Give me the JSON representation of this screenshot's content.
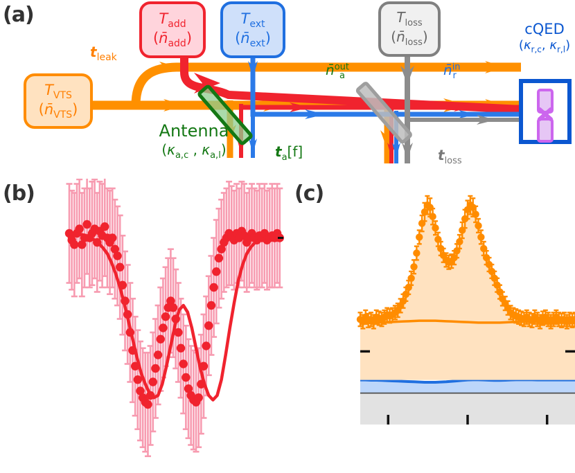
{
  "figure": {
    "panels": [
      {
        "id": "a",
        "label": "(a)",
        "type": "schematic"
      },
      {
        "id": "b",
        "label": "(b)",
        "type": "scatter-errorbar"
      },
      {
        "id": "c",
        "label": "(c)",
        "type": "area-scatter"
      }
    ]
  },
  "panel_a": {
    "label": "(a)",
    "boxes": [
      {
        "name": "vts",
        "line1_sym": "T",
        "line1_sub": "VTS",
        "line2": "(n̄VTS)",
        "line2_main": "n̄",
        "line2_sub": "VTS",
        "fill": "#ffe2c0",
        "stroke": "#ff8c00",
        "text": "#ff7f00"
      },
      {
        "name": "add",
        "line1_sym": "T",
        "line1_sub": "add",
        "line2_main": "n̄",
        "line2_sub": "add",
        "fill": "#ffd4dc",
        "stroke": "#f0232e",
        "text": "#f0232e"
      },
      {
        "name": "ext",
        "line1_sym": "T",
        "line1_sub": "ext",
        "line2_main": "n̄",
        "line2_sub": "ext",
        "fill": "#cfe0fa",
        "stroke": "#1f6fe0",
        "text": "#1f6fe0"
      },
      {
        "name": "loss",
        "line1_sym": "T",
        "line1_sub": "loss",
        "line2_main": "n̄",
        "line2_sub": "loss",
        "fill": "#f0f0f0",
        "stroke": "#808080",
        "text": "#666666"
      }
    ],
    "labels": {
      "t_leak_sym": "t",
      "t_leak_sub": "leak",
      "antenna_title": "Antenna",
      "antenna_params": "(κa,c , κa,l)",
      "antenna_k1": "κ",
      "antenna_k1_sub": "a,c",
      "antenna_k2": "κ",
      "antenna_k2_sub": "a,l",
      "t_a_sym": "t",
      "t_a_sub": "a",
      "t_a_arg": "[f]",
      "n_a_out_main": "n̄",
      "n_a_out_sub": "a",
      "n_a_out_sup": "out",
      "n_r_in_main": "n̄",
      "n_r_in_sub": "r",
      "n_r_in_sup": "in",
      "t_loss_sym": "t",
      "t_loss_sub": "loss",
      "cqed_title": "cQED",
      "cqed_k1": "κ",
      "cqed_k1_sub": "r,c",
      "cqed_k2": "κ",
      "cqed_k2_sub": "r,l"
    },
    "colors": {
      "orange": "#ff9000",
      "red": "#f0232e",
      "blue": "#2b7ae8",
      "gray": "#8c8c8c",
      "green": "#147814",
      "green_fill": "#8fce8f",
      "cqed_blue": "#0b57d0",
      "qubit_purple": "#cc66ee",
      "qubit_fill": "#e6c6f5"
    }
  },
  "chart_data": [
    {
      "panel": "b",
      "type": "scatter",
      "title": "",
      "xlabel": "",
      "ylabel": "",
      "marker_color": "#f0232e",
      "errorbar_color": "#f79bb0",
      "fit_color": "#f0232e",
      "grid": false,
      "legend": "none",
      "xlim": [
        0,
        100
      ],
      "ylim": [
        0,
        100
      ],
      "x": [
        0,
        1.2,
        2.4,
        3.6,
        4.8,
        6.0,
        7.2,
        8.4,
        9.6,
        10.8,
        12.0,
        13.2,
        14.4,
        15.6,
        16.8,
        18.0,
        19.2,
        20.4,
        21.6,
        22.8,
        24.0,
        25.2,
        26.4,
        27.6,
        28.8,
        30.0,
        31.2,
        32.4,
        33.6,
        34.8,
        36.0,
        37.2,
        38.4,
        39.6,
        40.8,
        42.0,
        43.2,
        44.4,
        45.6,
        46.8,
        48.0,
        49.2,
        50.4,
        51.6,
        52.8,
        54.0,
        55.2,
        56.4,
        57.6,
        58.8,
        60.0,
        61.2,
        62.4,
        63.6,
        64.8,
        66.0,
        67.2,
        68.4,
        69.6,
        70.8,
        72.0,
        73.2,
        74.4,
        75.6,
        76.8,
        78.0,
        79.2,
        80.4,
        81.6,
        82.8,
        84.0,
        85.2,
        86.4,
        87.6,
        88.8,
        90.0,
        91.2,
        92.4,
        93.6,
        94.8,
        96.0,
        97.2,
        98.4,
        99.6
      ],
      "y": [
        88,
        85,
        83,
        88,
        90,
        83,
        86,
        92,
        86,
        88,
        90,
        84,
        89,
        87,
        91,
        86,
        84,
        86,
        81,
        78,
        73,
        65,
        58,
        52,
        44,
        36,
        29,
        23,
        18,
        15,
        13,
        12,
        16,
        22,
        28,
        34,
        41,
        46,
        51,
        55,
        58,
        55,
        50,
        44,
        37,
        30,
        24,
        19,
        16,
        14,
        13,
        15,
        21,
        29,
        38,
        47,
        56,
        64,
        71,
        77,
        81,
        84,
        86,
        88,
        87,
        85,
        88,
        86,
        89,
        87,
        84,
        86,
        88,
        86,
        85,
        87,
        86,
        88,
        85,
        86,
        87,
        86,
        88,
        86
      ],
      "yerr": [
        22,
        22,
        23,
        22,
        22,
        23,
        22,
        22,
        22,
        23,
        22,
        22,
        22,
        23,
        22,
        22,
        23,
        22,
        22,
        22,
        23,
        22,
        22,
        22,
        22,
        23,
        22,
        22,
        22,
        22,
        22,
        23,
        22,
        22,
        22,
        22,
        23,
        22,
        22,
        22,
        23,
        22,
        22,
        22,
        22,
        22,
        23,
        22,
        22,
        22,
        22,
        22,
        22,
        23,
        22,
        22,
        22,
        22,
        23,
        22,
        22,
        22,
        22,
        23,
        22,
        22,
        22,
        22,
        22,
        23,
        22,
        22,
        22,
        22,
        22,
        23,
        22,
        22,
        22,
        22,
        23,
        22,
        22,
        22
      ],
      "fit": {
        "name": "fit",
        "x": [
          0,
          2,
          4,
          6,
          8,
          10,
          12,
          14,
          16,
          18,
          20,
          22,
          24,
          26,
          28,
          30,
          32,
          34,
          36,
          38,
          40,
          42,
          44,
          46,
          48,
          50,
          52,
          54,
          56,
          58,
          60,
          62,
          64,
          66,
          68,
          70,
          72,
          74,
          76,
          78,
          80,
          82,
          84,
          86,
          88,
          90,
          92,
          94,
          96,
          98,
          100
        ],
        "y": [
          86,
          87,
          87.5,
          87.5,
          87,
          86,
          85,
          83.5,
          81.5,
          79,
          75,
          70,
          64,
          57,
          49,
          41,
          33,
          26,
          21,
          17,
          15,
          16,
          21,
          29,
          38,
          47,
          54,
          56,
          53,
          46,
          37,
          28,
          21,
          16,
          14,
          16,
          23,
          34,
          46,
          57,
          67,
          74,
          79,
          82,
          84,
          85,
          85,
          85,
          85,
          85,
          85
        ]
      }
    },
    {
      "panel": "c",
      "type": "area",
      "title": "",
      "xlabel": "",
      "ylabel": "",
      "marker_color": "#ff8c00",
      "errorbar_color": "#ff8c00",
      "grid": false,
      "legend": "none",
      "xlim": [
        0,
        100
      ],
      "ylim": [
        0,
        100
      ],
      "x_ticks": [
        13,
        50,
        87
      ],
      "y_ticks": [
        32
      ],
      "bands": [
        {
          "name": "loss-band",
          "fill": "#e2e2e2",
          "line": "#4d4d4d",
          "top": 14
        },
        {
          "name": "ext-band",
          "fill": "#bcd6fa",
          "line": "#1f6fe0",
          "top_avg": 19,
          "top": [
            19.5,
            19.5,
            19.4,
            19.4,
            19.3,
            19.2,
            19.1,
            19.0,
            18.9,
            18.8,
            18.7,
            18.6,
            18.5,
            18.5,
            18.5,
            18.6,
            18.7,
            18.9,
            19.1,
            19.3,
            19.5,
            19.6,
            19.6,
            19.5,
            19.4,
            19.3,
            19.3,
            19.4,
            19.5,
            19.6,
            19.6,
            19.6,
            19.6,
            19.5,
            19.5,
            19.5,
            19.5,
            19.5,
            19.5,
            19.5,
            19.5
          ]
        },
        {
          "name": "added-band",
          "fill": "#ffe2c0",
          "line": "#ff8c00",
          "top": [
            44,
            44.3,
            44.5,
            44.6,
            44.7,
            44.8,
            44.9,
            45,
            45.1,
            45.2,
            45.3,
            45.4,
            45.4,
            45.4,
            45.4,
            45.3,
            45.2,
            45.1,
            45,
            44.9,
            44.8,
            44.7,
            44.6,
            44.6,
            44.6,
            44.6,
            44.6,
            44.7,
            44.8,
            44.9,
            45,
            45,
            45,
            45,
            44.9,
            44.8,
            44.7,
            44.6,
            44.5,
            44.4,
            44.3
          ]
        }
      ],
      "signal": {
        "name": "measured-spectrum",
        "x": [
          0,
          1.25,
          2.5,
          3.75,
          5,
          6.25,
          7.5,
          8.75,
          10,
          11.25,
          12.5,
          13.75,
          15,
          16.25,
          17.5,
          18.75,
          20,
          21.25,
          22.5,
          23.75,
          25,
          26.25,
          27.5,
          28.75,
          30,
          31.25,
          32.5,
          33.75,
          35,
          36.25,
          37.5,
          38.75,
          40,
          41.25,
          42.5,
          43.75,
          45,
          46.25,
          47.5,
          48.75,
          50,
          51.25,
          52.5,
          53.75,
          55,
          56.25,
          57.5,
          58.75,
          60,
          61.25,
          62.5,
          63.75,
          65,
          66.25,
          67.5,
          68.75,
          70,
          71.25,
          72.5,
          73.75,
          75,
          76.25,
          77.5,
          78.75,
          80,
          81.25,
          82.5,
          83.75,
          85,
          86.25,
          87.5,
          88.75,
          90,
          91.25,
          92.5,
          93.75,
          95,
          96.25,
          97.5,
          98.75,
          100
        ],
        "y": [
          46,
          45,
          47,
          45.5,
          46,
          45,
          47,
          46.5,
          46,
          47,
          48,
          47.5,
          48,
          49,
          50,
          52,
          54,
          57,
          60,
          64,
          69,
          75,
          82,
          88,
          93,
          96,
          95,
          91,
          86,
          81,
          77,
          74,
          72,
          71,
          71.5,
          73,
          76,
          80,
          85,
          90,
          94,
          96,
          95,
          92,
          87,
          82,
          77,
          73,
          70,
          67,
          64,
          61,
          58,
          55,
          53,
          51,
          49,
          48,
          47.5,
          47,
          46.5,
          46,
          47,
          46,
          45.5,
          47,
          46,
          45,
          46.5,
          47,
          46,
          45,
          46,
          47,
          46,
          45.5,
          46,
          45,
          46,
          45.5,
          46
        ],
        "yerr": [
          3,
          3,
          3,
          3,
          3,
          3,
          3,
          3,
          3,
          3,
          3,
          3,
          3,
          3,
          3,
          3,
          3,
          3,
          3,
          3,
          3,
          3,
          3,
          3.5,
          4,
          4,
          4,
          3.5,
          3,
          3,
          3,
          3,
          3,
          3,
          3,
          3,
          3,
          3,
          3.5,
          4,
          4,
          4,
          4,
          3.5,
          3,
          3,
          3,
          3,
          3,
          3,
          3,
          3,
          3,
          3,
          3,
          3,
          3,
          3,
          3,
          3,
          3,
          3,
          3,
          3,
          3,
          3,
          3,
          3,
          3,
          3,
          3,
          3,
          3,
          3,
          3,
          3,
          3,
          3,
          3,
          3,
          3
        ]
      }
    }
  ]
}
